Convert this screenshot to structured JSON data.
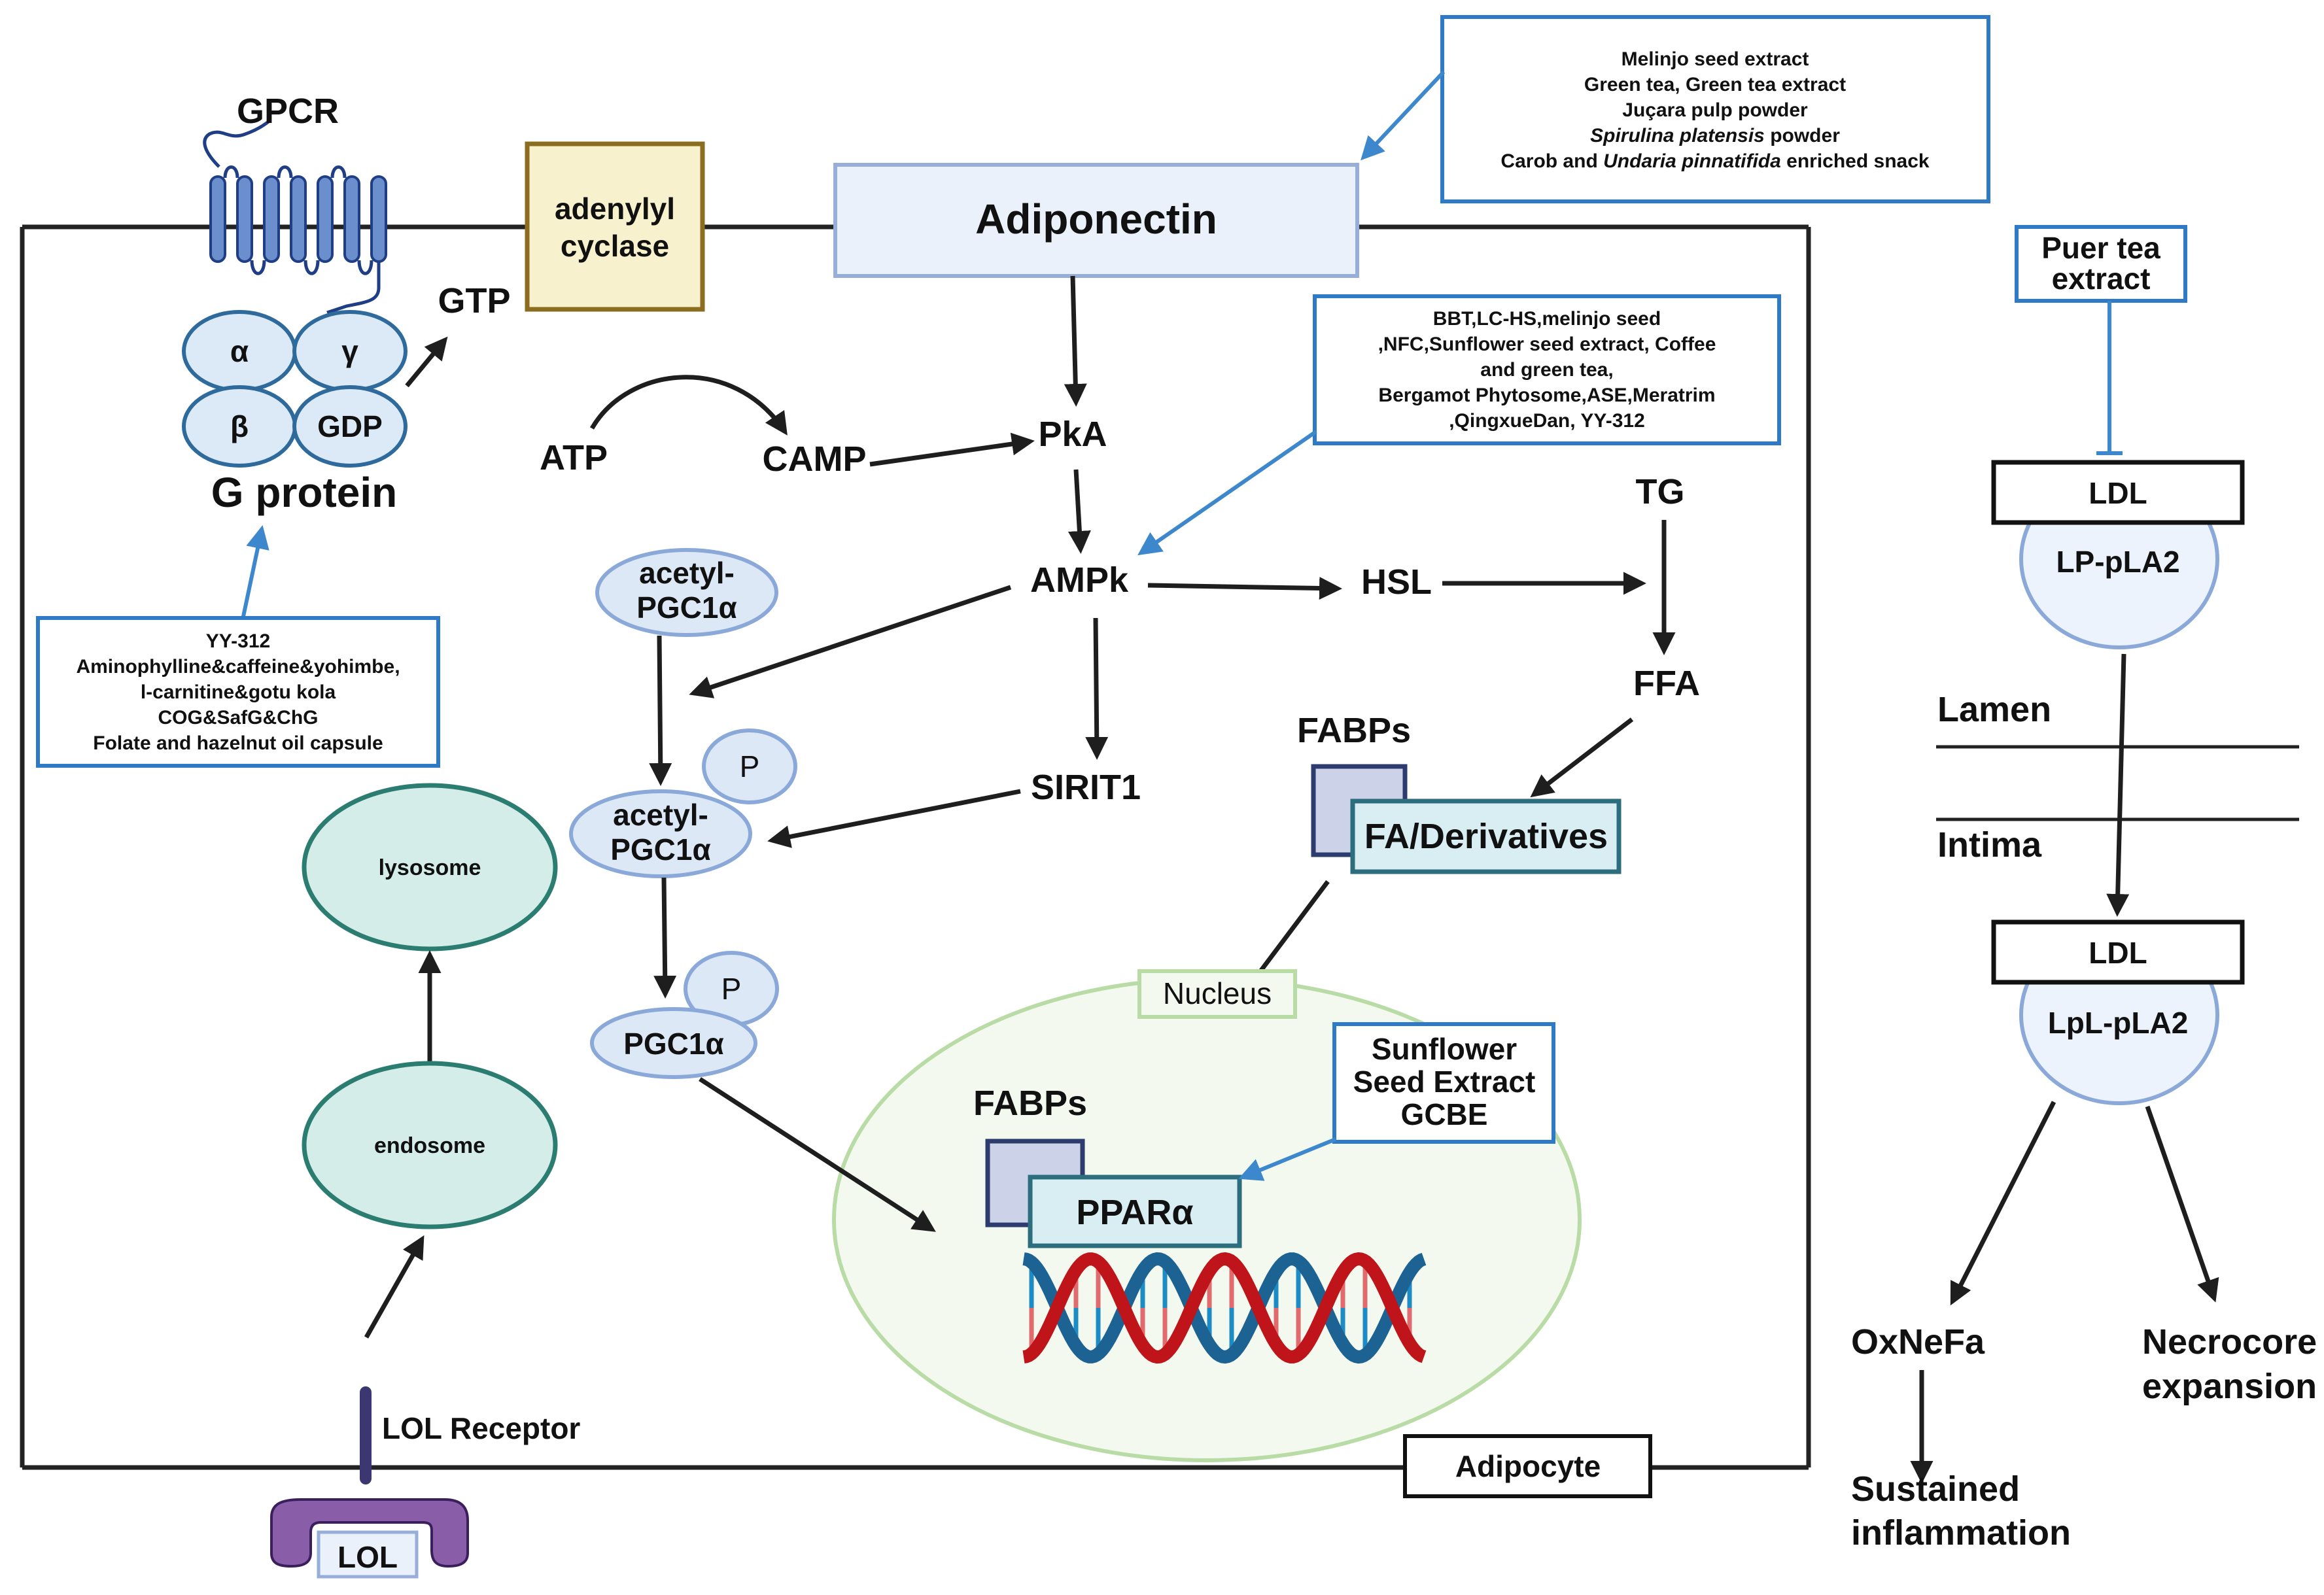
{
  "diagram": {
    "title": "Adipocyte signaling and LDL / Lp-PLA2 pathway",
    "colors": {
      "membrane": "#222222",
      "intervention_box_border": "#2f7ac6",
      "intervention_arrow": "#3d87cc",
      "receptor_blue": "#6b8fcc",
      "gprotein_fill": "#dceaf7",
      "gprotein_border": "#2e6a9b",
      "adenylyl_fill": "#f7f2cd",
      "adenylyl_border": "#8a6d1e",
      "adiponectin_fill": "#eaf1fb",
      "organelle_fill": "#d4ede9",
      "organelle_border": "#2b7d71",
      "nucleus_fill": "#f3f9ef",
      "nucleus_border": "#b9dca6",
      "dna_red": "#c0141b",
      "dna_blue": "#1c6293",
      "lol_receptor": "#8a5da8"
    },
    "membrane_labels": {
      "gpcr": "GPCR",
      "adenylyl_cyclase": [
        "adenylyl",
        "cyclase"
      ],
      "adiponectin": "Adiponectin",
      "adipocyte": "Adipocyte",
      "lol_receptor": "LOL Receptor",
      "lol": "LOL"
    },
    "g_protein": {
      "label": "G protein",
      "subunits": [
        "α",
        "γ",
        "β",
        "GDP"
      ],
      "product": "GTP"
    },
    "nodes": {
      "atp": "ATP",
      "camp": "CAMP",
      "pka": "PkA",
      "ampk": "AMPk",
      "hsl": "HSL",
      "tg": "TG",
      "ffa": "FFA",
      "sirt1": "SIRIT1",
      "acetyl_pgc1a_top": [
        "acetyl-",
        "PGC1α"
      ],
      "acetyl_pgc1a_p": [
        "acetyl-",
        "PGC1α"
      ],
      "pgc1a": "PGC1α",
      "phosphate": "P",
      "fabps_cyto": "FABPs",
      "fa_derivatives": "FA/Derivatives",
      "nucleus": "Nucleus",
      "fabps_nuc": "FABPs",
      "ppara": "PPARα",
      "lysosome": "lysosome",
      "endosome": "endosome"
    },
    "intervention_boxes": {
      "adiponectin_box": [
        {
          "parts": [
            {
              "text": "Melinjo seed extract",
              "italic": false
            }
          ]
        },
        {
          "parts": [
            {
              "text": "Green tea, Green tea extract",
              "italic": false
            }
          ]
        },
        {
          "parts": [
            {
              "text": "Juçara pulp powder",
              "italic": false
            }
          ]
        },
        {
          "parts": [
            {
              "text": "Spirulina platensis",
              "italic": true
            },
            {
              "text": " powder",
              "italic": false
            }
          ]
        },
        {
          "parts": [
            {
              "text": "Carob and ",
              "italic": false
            },
            {
              "text": "Undaria pinnatifida",
              "italic": true
            },
            {
              "text": " enriched snack",
              "italic": false
            }
          ]
        }
      ],
      "ampk_box": [
        "BBT,LC-HS,melinjo seed",
        ",NFC,Sunflower seed extract, Coffee",
        "and green tea,",
        "Bergamot Phytosome,ASE,Meratrim",
        ",QingxueDan, YY-312"
      ],
      "gprotein_box": [
        "YY-312",
        "Aminophylline&caffeine&yohimbe,",
        "l-carnitine&gotu kola",
        "COG&SafG&ChG",
        "Folate and hazelnut oil capsule"
      ],
      "ppara_box": [
        "Sunflower",
        "Seed Extract",
        "GCBE"
      ],
      "puer_box": [
        "Puer tea",
        "extract"
      ]
    },
    "vascular": {
      "ldl_top": "LDL",
      "lp_pla2": "LP-pLA2",
      "lamen": "Lamen",
      "intima": "Intima",
      "ldl_bottom": "LDL",
      "lpl_pla2": "LpL-pLA2",
      "oxnefa": "OxNeFa",
      "necrocore": [
        "Necrocore",
        "expansion"
      ],
      "sustained": [
        "Sustained",
        "inflammation"
      ]
    }
  }
}
